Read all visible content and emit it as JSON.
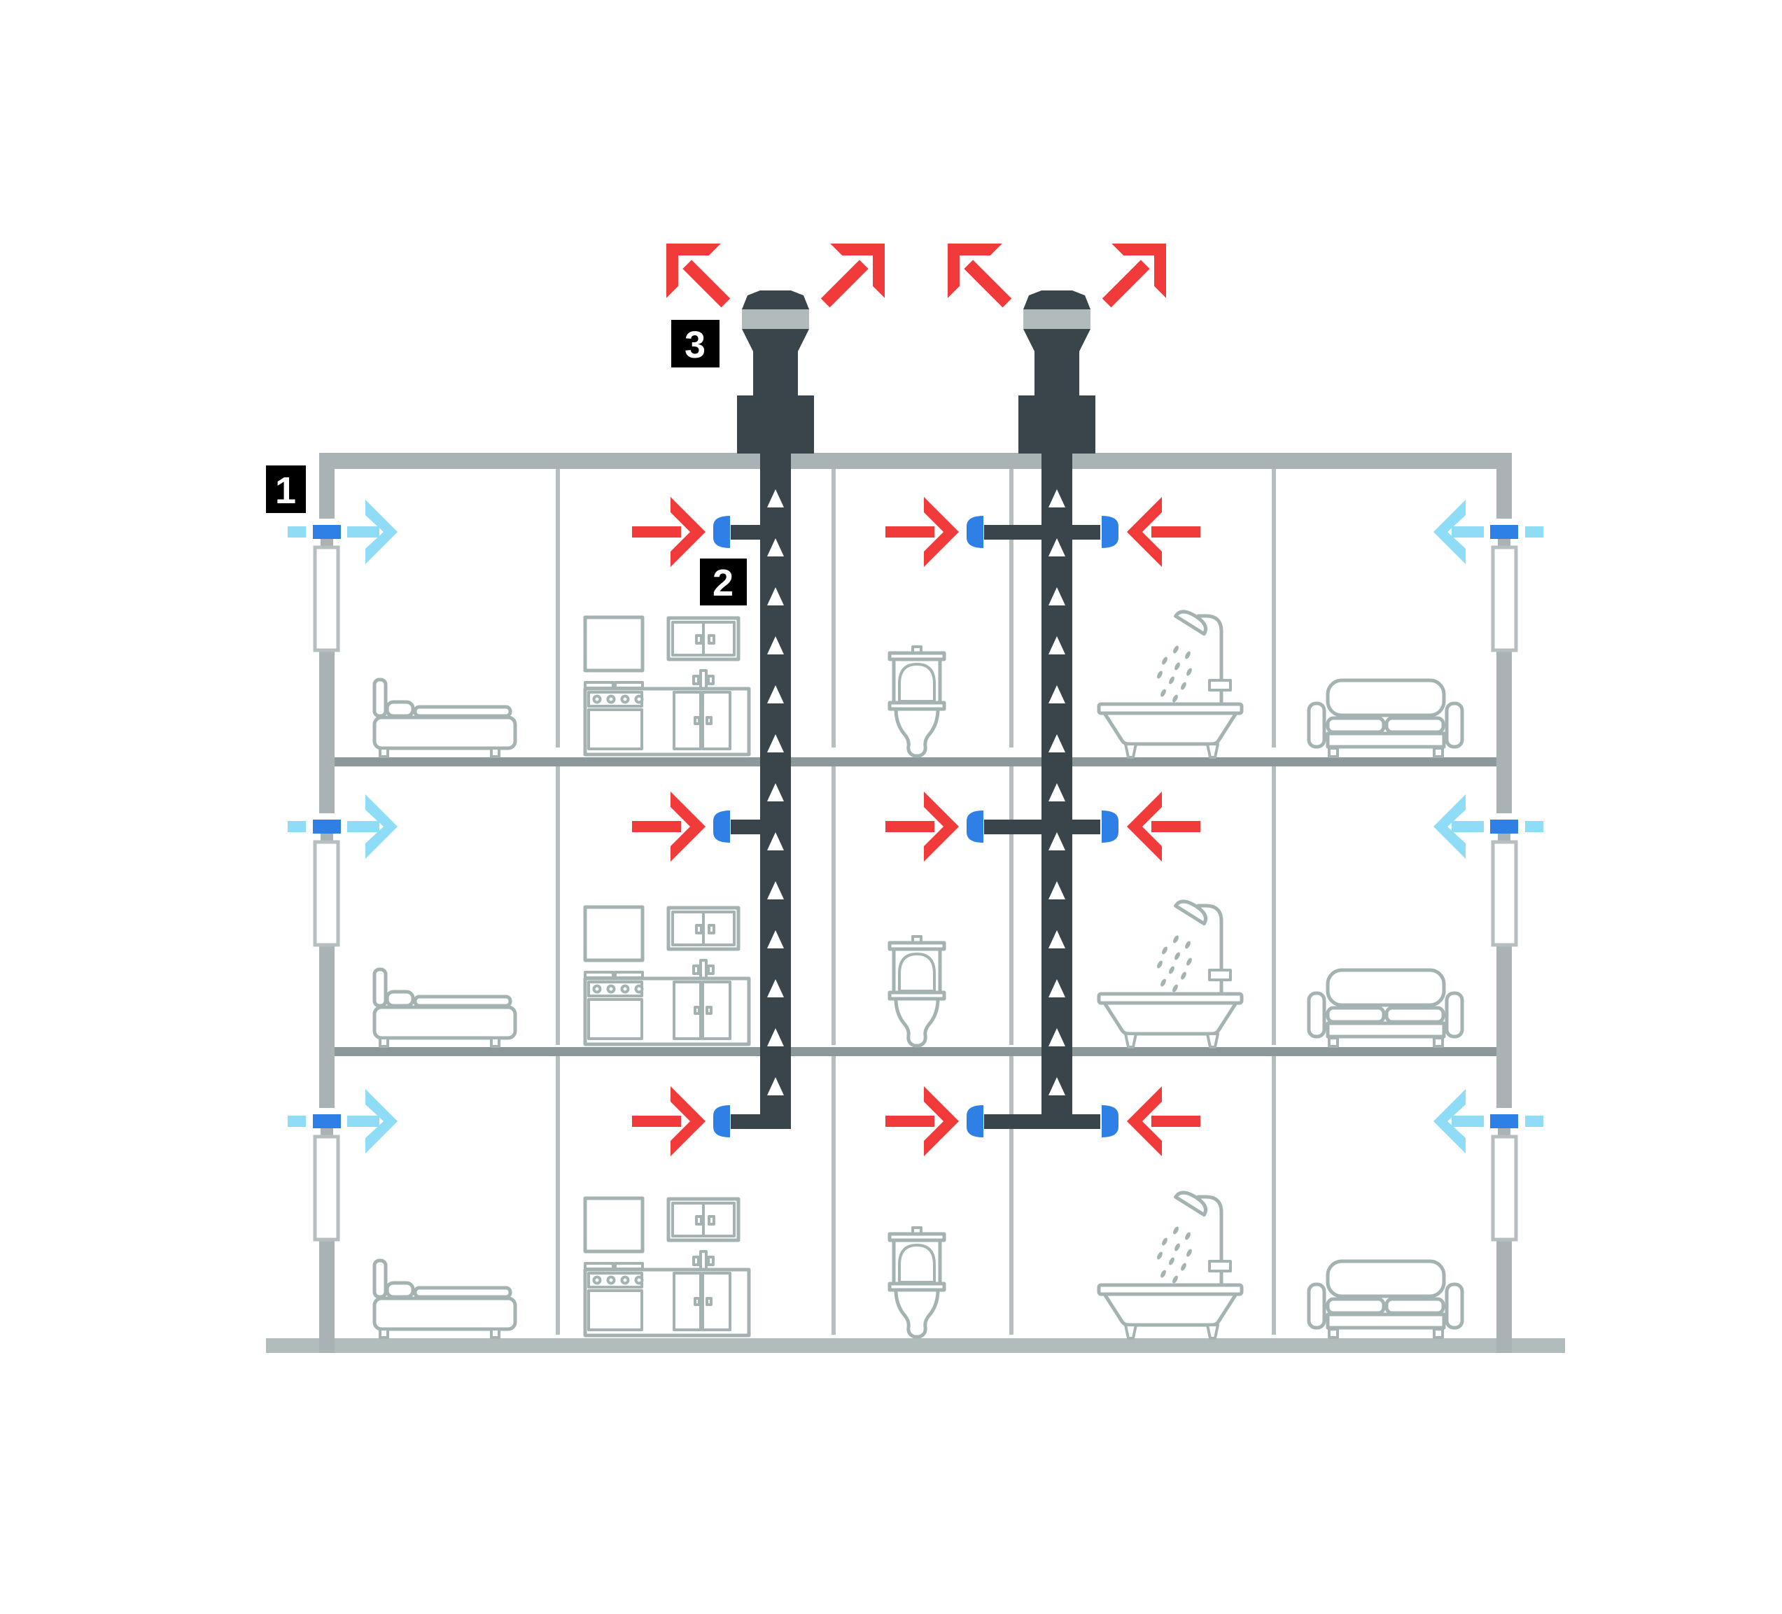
{
  "page": {
    "description": "Cross-section diagram of a three-storey apartment building with a natural exhaust ventilation system",
    "background": "#ffffff"
  },
  "colors": {
    "background": "#ffffff",
    "red": "#f13b3b",
    "light_blue": "#8fdcf6",
    "blue": "#2e7fe6",
    "duct_dark": "#39444b",
    "wall_gray": "#a9b3b5",
    "partition_gray": "#b7bec0",
    "slab_gray": "#8d989a",
    "ground_gray": "#b3bcbd",
    "outline_gray": "#a5b2b2",
    "vent_band_gray": "#b2bbbb",
    "label_black": "#000000",
    "label_text": "#ffffff",
    "triangle_white": "#ffffff"
  },
  "labels": [
    {
      "text": "1",
      "marker": "fresh-air-wall-inlet"
    },
    {
      "text": "2",
      "marker": "extract-air-valve"
    },
    {
      "text": "3",
      "marker": "roof-exhaust-vent"
    }
  ],
  "building": {
    "floors": 3,
    "exhaust_stacks": 2,
    "rooms_per_floor": [
      "bedroom",
      "kitchen",
      "wc",
      "bathroom",
      "living-room"
    ],
    "room_icons": [
      "bed-icon",
      "kitchen-icon",
      "toilet-icon",
      "bathtub-shower-icon",
      "sofa-icon"
    ]
  },
  "airflow": {
    "supply_arrow_color": "light-blue",
    "extract_arrow_color": "red",
    "supply_inlets_per_floor": 2,
    "extract_valves_per_floor": 3,
    "duct_flow_direction": "up",
    "roof_outlet_arrows_per_stack": 2
  }
}
